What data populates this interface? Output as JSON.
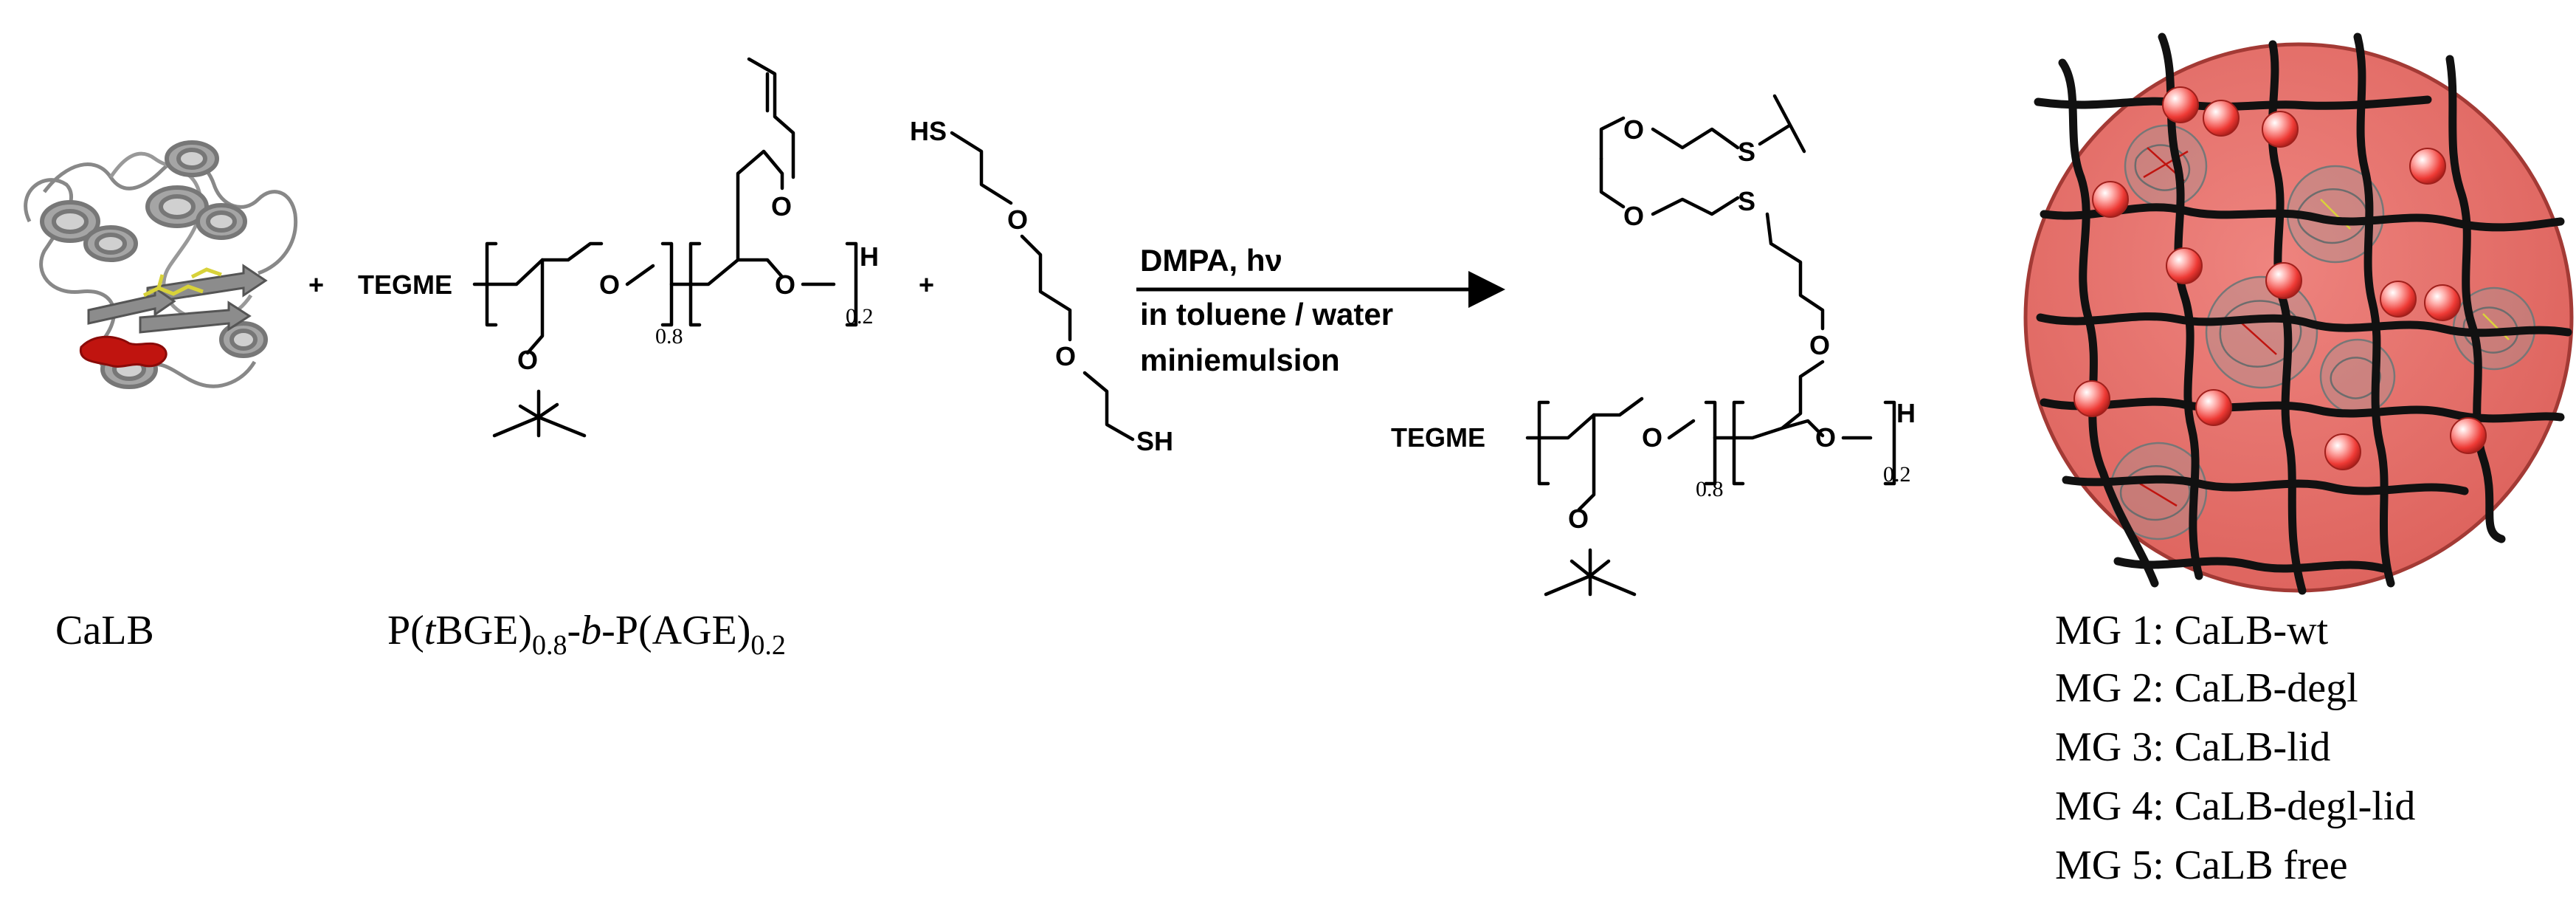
{
  "captions": {
    "enzyme": "CaLB",
    "polymer": {
      "p1": "P(",
      "t": "t",
      "bge": "BGE)",
      "sub1": "0.8",
      "dash1": "-",
      "b": "b",
      "dash2": "-P(AGE)",
      "sub2": "0.2"
    }
  },
  "scheme": {
    "plus": "+",
    "tegme": "TEGME",
    "o": "O",
    "h": "H",
    "s": "S",
    "hs": "HS",
    "sh": "SH",
    "sub_08": "0.8",
    "sub_02": "0.2"
  },
  "conditions": {
    "line1": "DMPA, hν",
    "line2": "in toluene / water",
    "line3": "miniemulsion"
  },
  "microgel": {
    "legend": [
      "MG 1: CaLB-wt",
      "MG 2: CaLB-degl",
      "MG 3: CaLB-lid",
      "MG 4: CaLB-degl-lid",
      "MG 5: CaLB free"
    ]
  },
  "colors": {
    "sphere_fill": "#e8736e",
    "sphere_edge": "#a33a35",
    "crosslink_bead": "#ff5a55",
    "protein_gray": "#8a8a8a",
    "protein_active_site": "#c0140f",
    "ligand_yellow": "#d8d23a"
  }
}
